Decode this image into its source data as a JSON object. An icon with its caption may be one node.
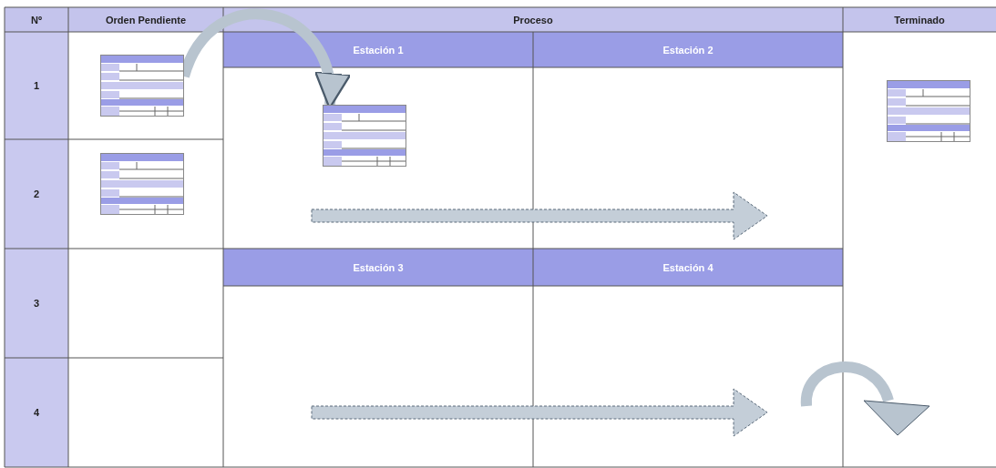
{
  "diagram": {
    "nodes": [
      {
        "text": [],
        "shape": "box"
      },
      {
        "text": [],
        "shape": "box"
      },
      {
        "text": [],
        "shape": "box"
      },
      {
        "text": [],
        "shape": "box"
      }
    ],
    "edges": [
      {
        "from": 0,
        "to": 1,
        "arrow": "to"
      }
    ],
    "labels": [
      "Nº",
      "Orden Pendiente",
      "Proceso",
      "Terminado",
      "1",
      "Estación 1",
      "Estación 2",
      "2",
      "3",
      "Estación 3",
      "Estación 4",
      "4"
    ]
  }
}
